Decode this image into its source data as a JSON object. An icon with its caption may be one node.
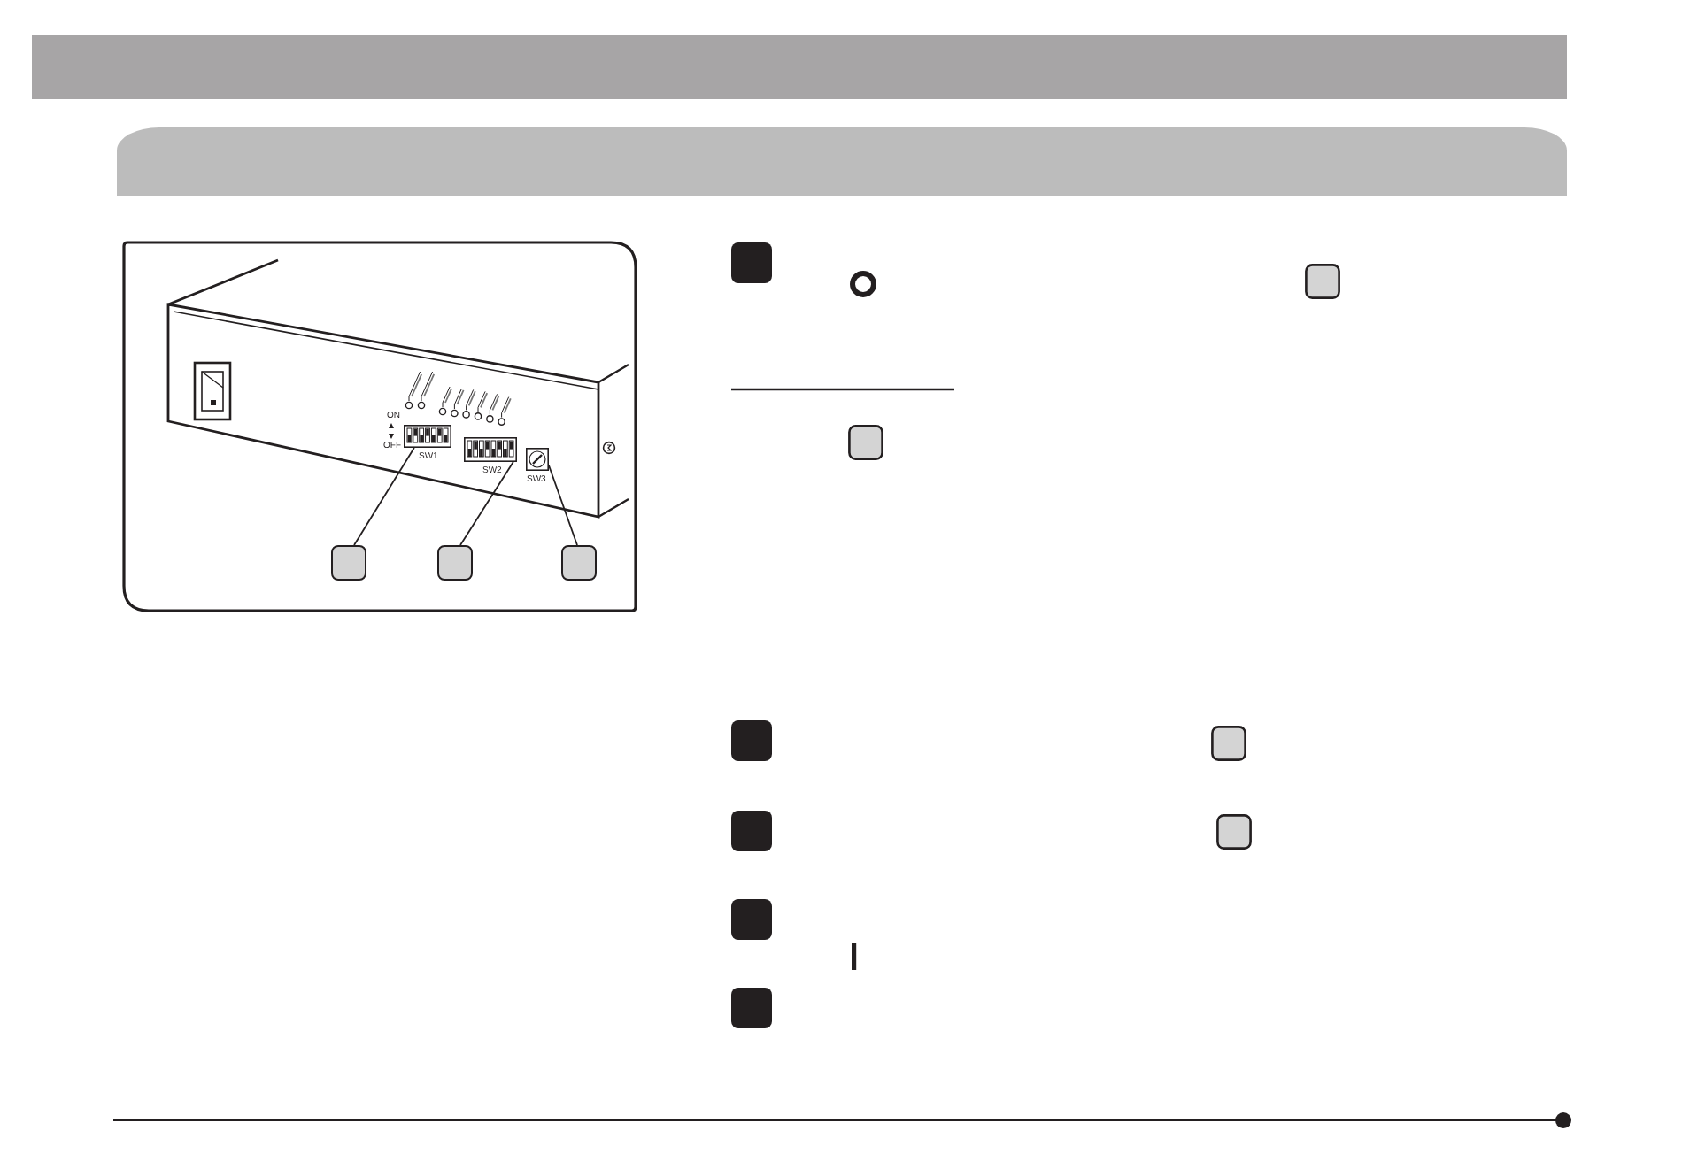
{
  "diagram": {
    "nodes": [
      {
        "text": [],
        "shape": "bar"
      },
      {
        "text": [],
        "shape": "bar"
      },
      {
        "text": [],
        "shape": "picture",
        "beside": [
          "ON",
          "OFF",
          "SW1"
        ]
      },
      {
        "text": [],
        "shape": "picture",
        "beside": [
          "SW2"
        ]
      },
      {
        "text": [],
        "shape": "picture",
        "beside": [
          "SW3"
        ]
      },
      {
        "text": [],
        "shape": "box"
      },
      {
        "text": [],
        "shape": "box"
      },
      {
        "text": [],
        "shape": "box"
      }
    ],
    "edges": [
      {
        "from": 5,
        "to": 2,
        "arrow": "none"
      },
      {
        "from": 6,
        "to": 3,
        "arrow": "none"
      },
      {
        "from": 7,
        "to": 4,
        "arrow": "none"
      }
    ]
  }
}
